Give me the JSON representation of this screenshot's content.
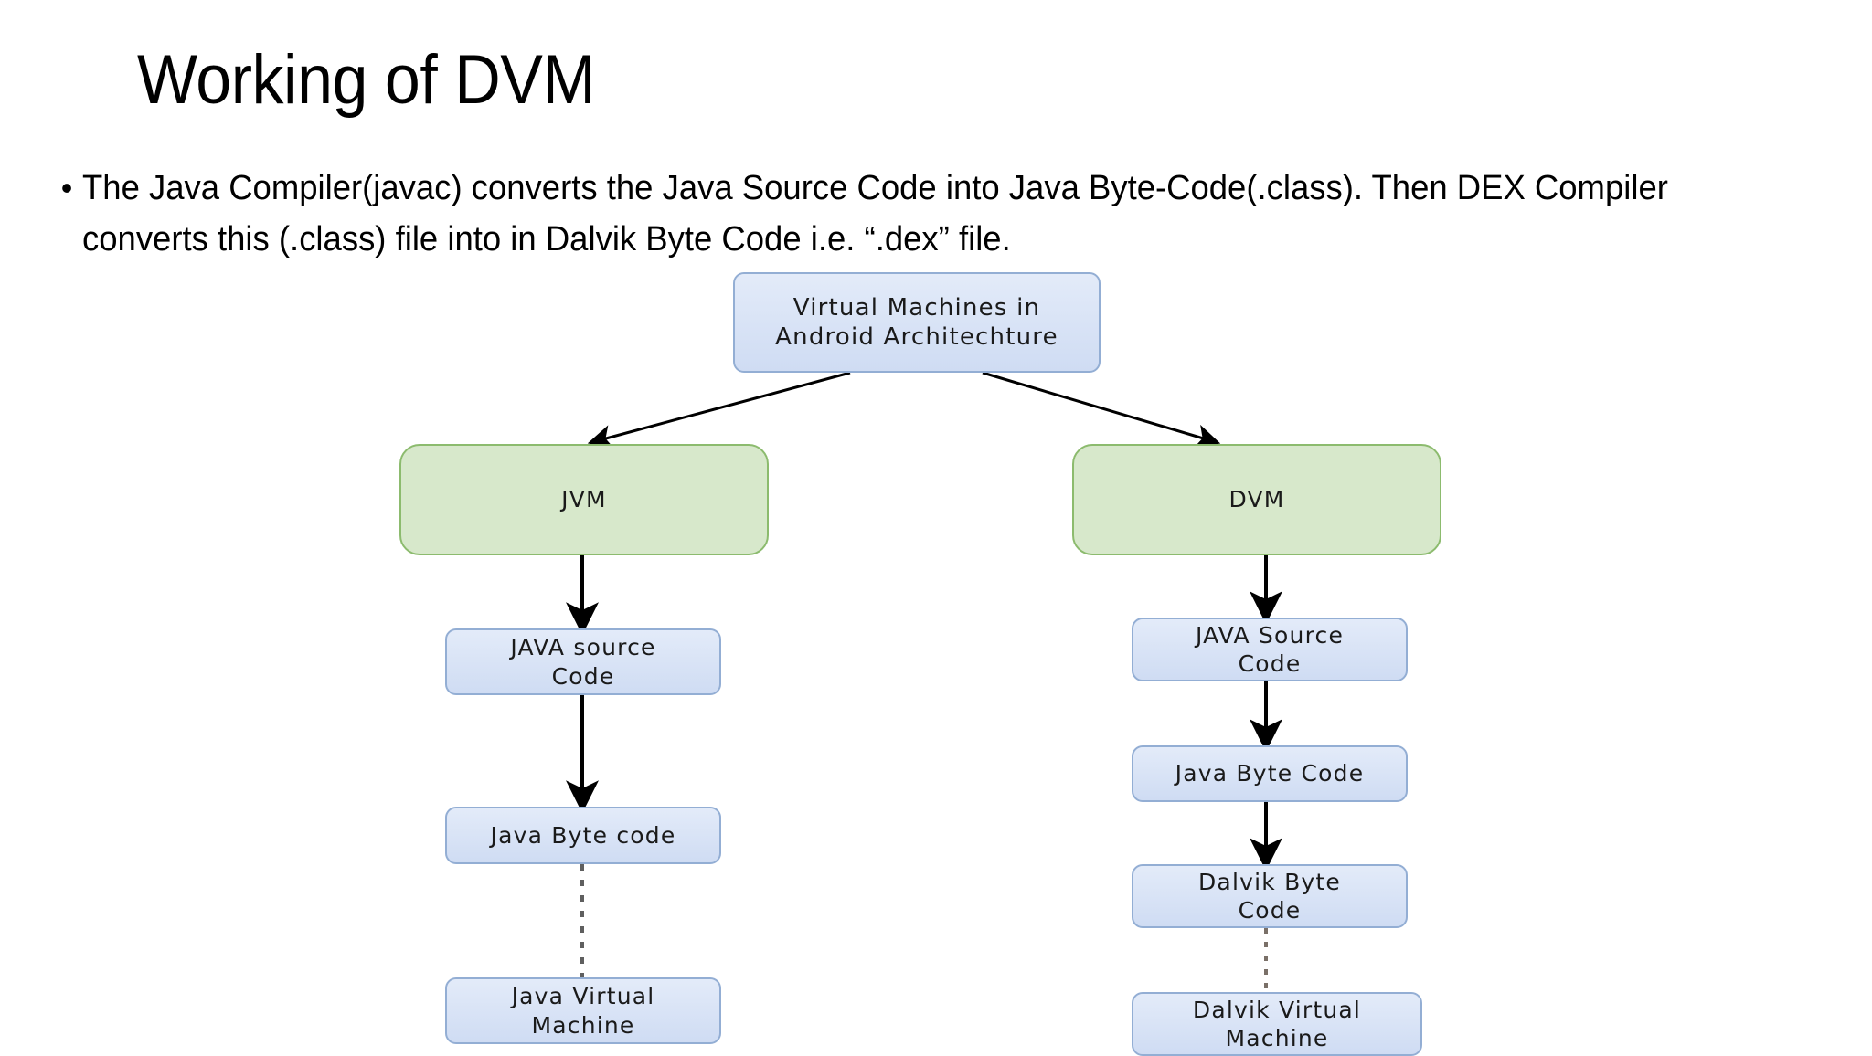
{
  "slide": {
    "title": "Working of DVM",
    "bullets": [
      "The Java Compiler(javac) converts the Java Source Code into Java Byte-Code(.class). Then DEX Compiler converts this (.class) file into in Dalvik Byte Code i.e. “.dex” file.",
      ""
    ],
    "bullet_marker": "•"
  },
  "diagram": {
    "title": "Virtual Machines in Android Architechture",
    "colors": {
      "blue_fill": "#dbe5f7",
      "blue_border": "#93aed4",
      "green_fill": "#d7e8cb",
      "green_border": "#8cbb6e",
      "connector": "#000000",
      "dashed_connector": "#6b6b6b"
    },
    "root": {
      "label_line1": "Virtual Machines in",
      "label_line2": "Android Architechture"
    },
    "branches": [
      {
        "name": "jvm-branch",
        "head": "JVM",
        "nodes": [
          {
            "name": "java-source-code",
            "label_line1": "JAVA source",
            "label_line2": "Code"
          },
          {
            "name": "java-byte-code",
            "label_line1": "Java Byte code",
            "label_line2": ""
          },
          {
            "name": "java-virtual-machine",
            "label_line1": "Java Virtual",
            "label_line2": "Machine"
          }
        ]
      },
      {
        "name": "dvm-branch",
        "head": "DVM",
        "nodes": [
          {
            "name": "java-source-code",
            "label_line1": "JAVA Source",
            "label_line2": "Code"
          },
          {
            "name": "java-byte-code",
            "label_line1": "Java Byte Code",
            "label_line2": ""
          },
          {
            "name": "dalvik-byte-code",
            "label_line1": "Dalvik Byte",
            "label_line2": "Code"
          },
          {
            "name": "dalvik-virtual-machine",
            "label_line1": "Dalvik Virtual",
            "label_line2": "Machine"
          }
        ]
      }
    ]
  }
}
